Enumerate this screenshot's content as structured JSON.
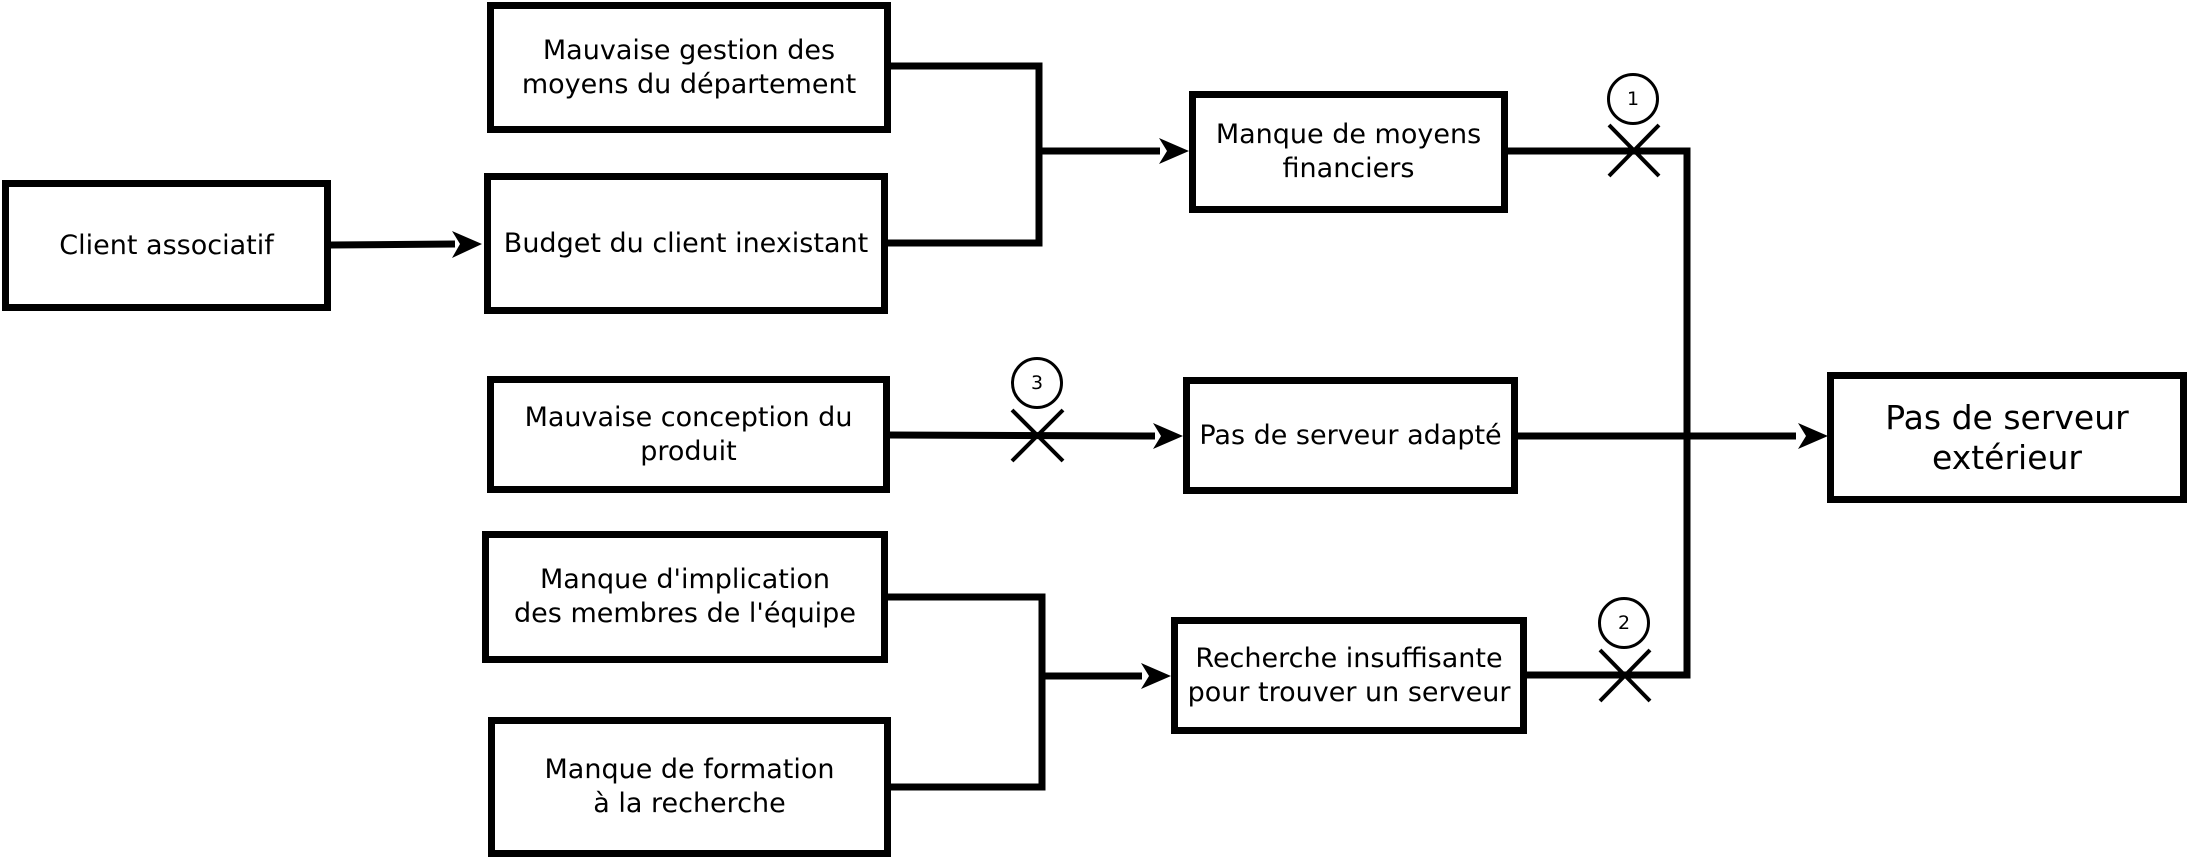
{
  "nodes": {
    "client_associatif": "Client associatif",
    "mauvaise_gestion": "Mauvaise gestion des\nmoyens du département",
    "budget_inexistant": "Budget du client inexistant",
    "manque_moyens": "Manque de moyens\nfinanciers",
    "mauvaise_conception": "Mauvaise conception du\nproduit",
    "pas_serveur_adapte": "Pas de serveur adapté",
    "pas_serveur_exterieur": "Pas de serveur\nextérieur",
    "manque_implication": "Manque d'implication\ndes membres de l'équipe",
    "manque_formation": "Manque de formation\nà la recherche",
    "recherche_insuffisante": "Recherche insuffisante\npour trouver un serveur"
  },
  "markers": {
    "m1": "1",
    "m2": "2",
    "m3": "3"
  },
  "colors": {
    "stroke": "#000000",
    "background": "#ffffff"
  }
}
